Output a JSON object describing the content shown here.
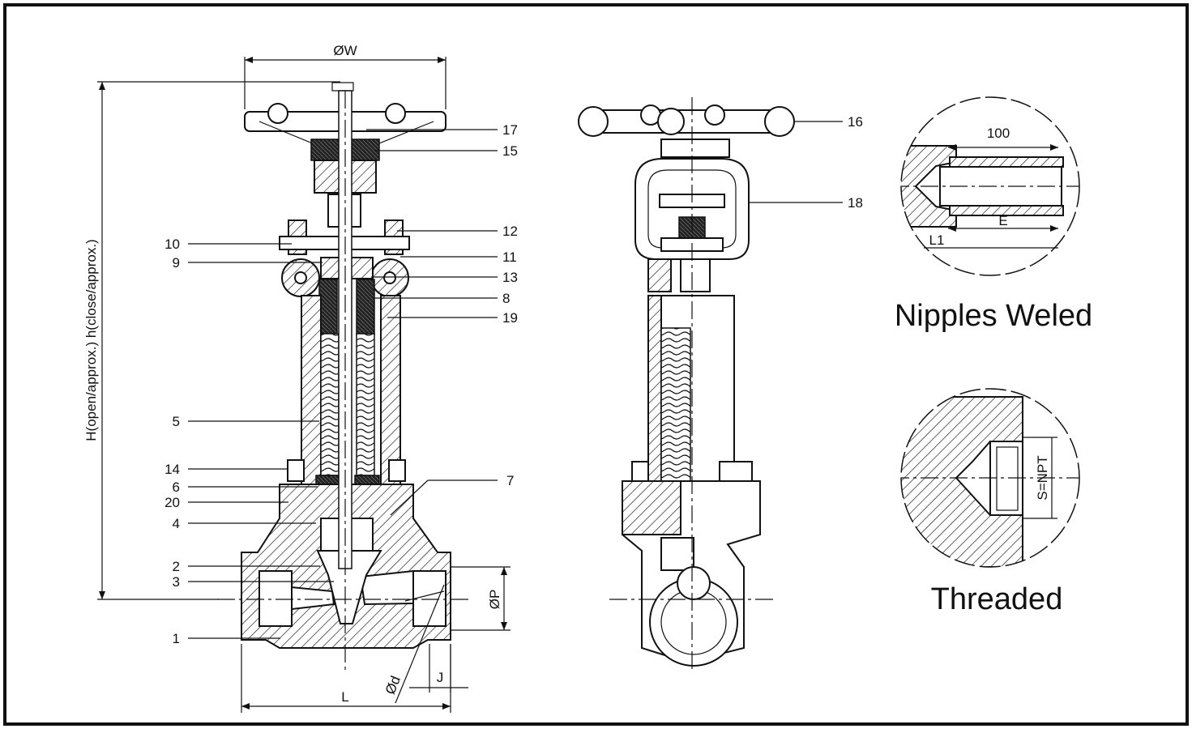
{
  "drawing": {
    "part_callouts": [
      {
        "label": "17"
      },
      {
        "label": "15"
      },
      {
        "label": "12"
      },
      {
        "label": "11"
      },
      {
        "label": "13"
      },
      {
        "label": "8"
      },
      {
        "label": "19"
      },
      {
        "label": "10"
      },
      {
        "label": "9"
      },
      {
        "label": "5"
      },
      {
        "label": "14"
      },
      {
        "label": "6"
      },
      {
        "label": "20"
      },
      {
        "label": "4"
      },
      {
        "label": "2"
      },
      {
        "label": "3"
      },
      {
        "label": "1"
      },
      {
        "label": "7"
      },
      {
        "label": "16"
      },
      {
        "label": "18"
      }
    ],
    "dimensions": {
      "handwheel_diameter": "ØW",
      "height": "H(open/approx.) h(close/approx.)",
      "length": "L",
      "port_diameter": "ØP",
      "bore_diameter": "Ød",
      "socket_depth": "J",
      "nipple_length": "100",
      "nipple_e": "E",
      "nipple_l1": "L1",
      "thread_spec": "S=NPT"
    },
    "details": {
      "nipples_title": "Nipples Weled",
      "threaded_title": "Threaded"
    }
  }
}
